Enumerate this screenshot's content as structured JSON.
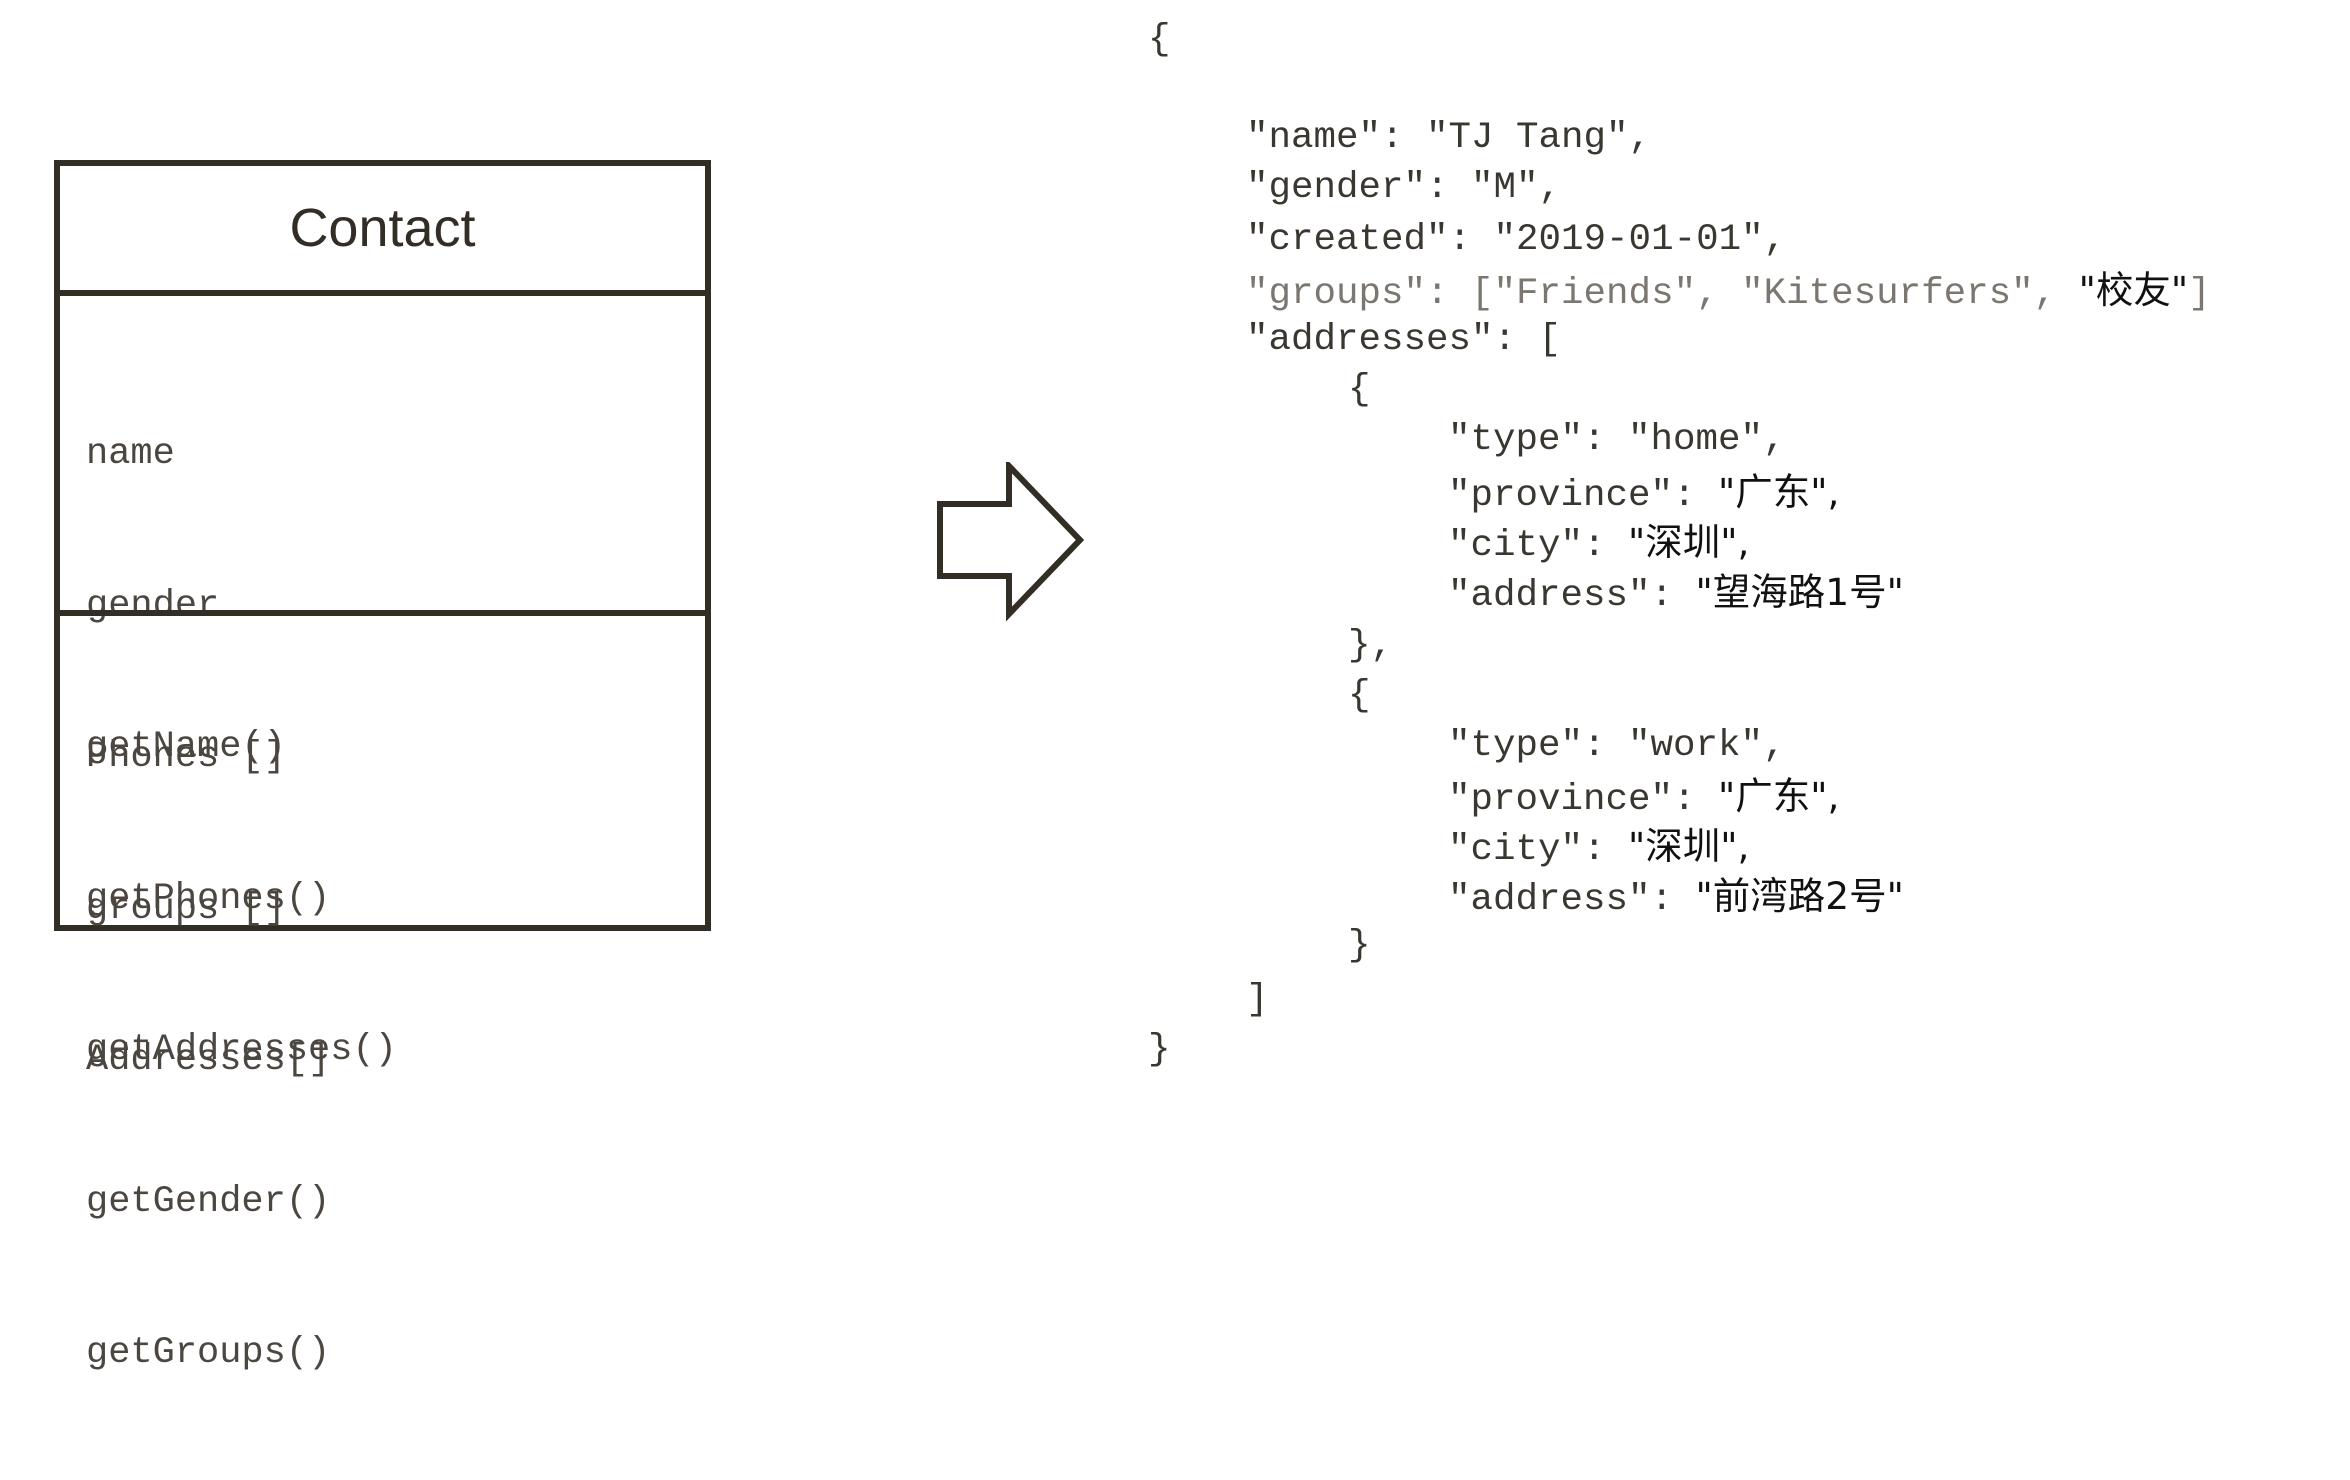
{
  "uml": {
    "class_name": "Contact",
    "attributes": [
      "name",
      "gender",
      "Phones []",
      "groups []",
      "Addresses[]"
    ],
    "methods": [
      "getName()",
      "getPhones()",
      "getAddresses()",
      "getGender()",
      "getGroups()"
    ]
  },
  "arrow": {
    "icon": "right-arrow-icon"
  },
  "json_doc": {
    "open_brace": "{",
    "name_line": "\"name\": \"TJ Tang\",",
    "gender_line": "\"gender\": \"M\",",
    "created_line": "\"created\": \"2019-01-01\",",
    "groups_prefix": "\"groups\": [\"Friends\", \"Kitesurfers\", ",
    "groups_cjk": "\"校友\"",
    "groups_suffix": "]",
    "addresses_open": "\"addresses\": [",
    "addr1_open": "{",
    "addr1_type": "\"type\": \"home\",",
    "addr1_province_key": "\"province\": ",
    "addr1_province_val": "\"广东\",",
    "addr1_city_key": "\"city\": ",
    "addr1_city_val": "\"深圳\",",
    "addr1_address_key": "\"address\": ",
    "addr1_address_val": "\"望海路1号\"",
    "addr1_close": "},",
    "addr2_open": "{",
    "addr2_type": "\"type\": \"work\",",
    "addr2_province_key": "\"province\": ",
    "addr2_province_val": "\"广东\",",
    "addr2_city_key": "\"city\": ",
    "addr2_city_val": "\"深圳\",",
    "addr2_address_key": "\"address\": ",
    "addr2_address_val": "\"前湾路2号\"",
    "addr2_close": "}",
    "addresses_close": "]",
    "close_brace": "}"
  }
}
